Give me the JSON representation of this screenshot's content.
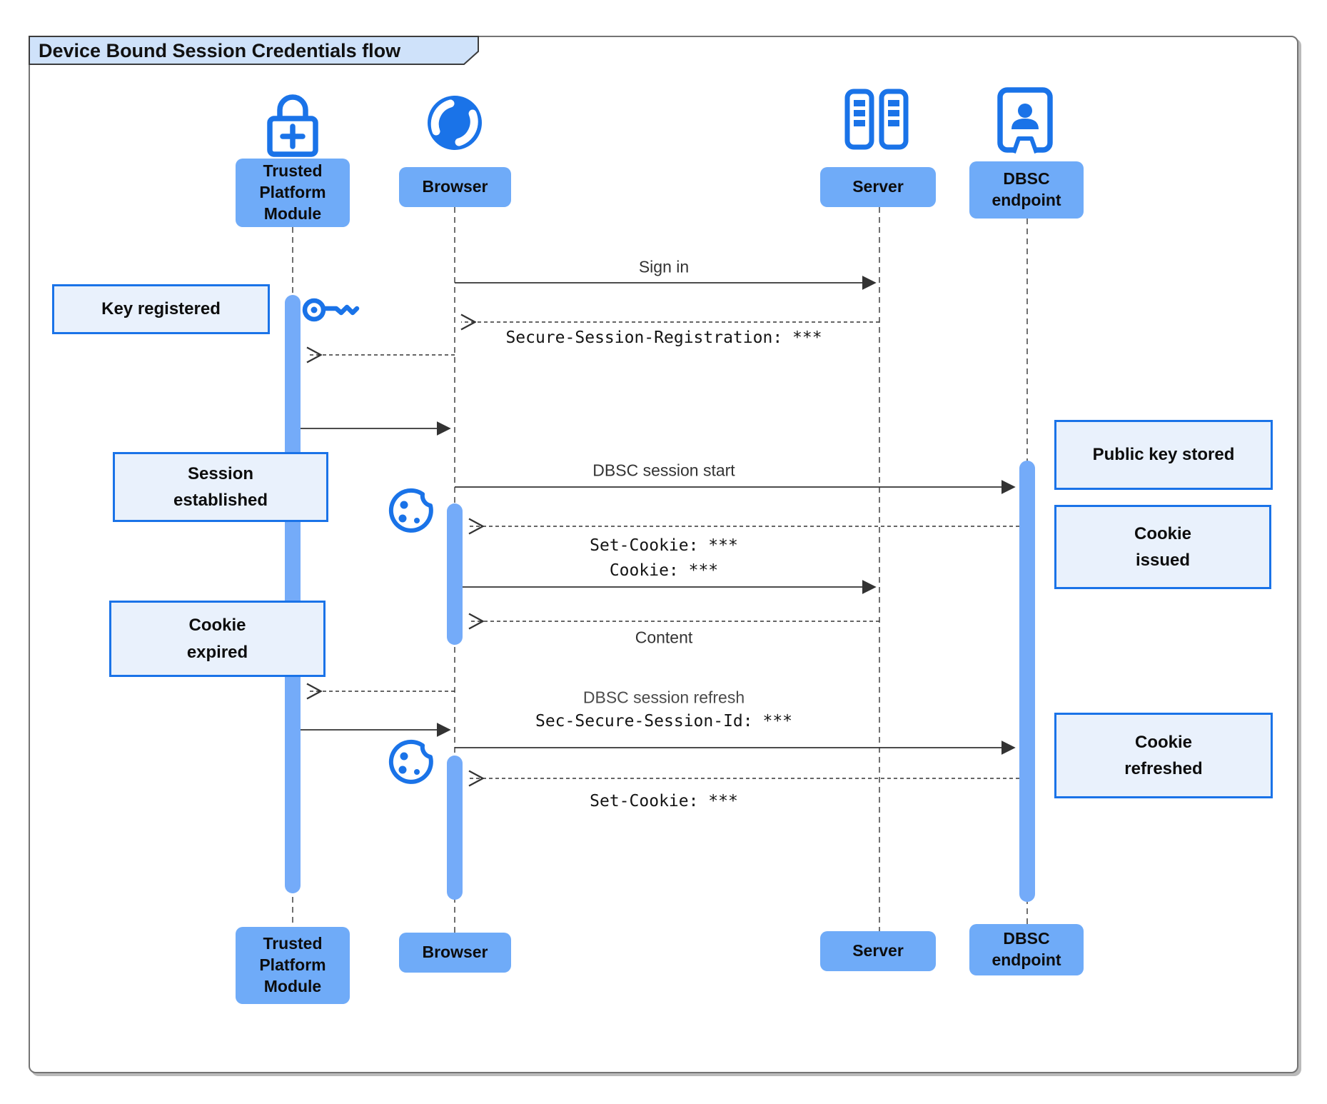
{
  "title": "Device Bound Session Credentials flow",
  "actors": [
    {
      "id": "tpm",
      "label": "Trusted\nPlatform\nModule",
      "icon": "lock-plus-icon"
    },
    {
      "id": "browser",
      "label": "Browser",
      "icon": "globe-icon"
    },
    {
      "id": "server",
      "label": "Server",
      "icon": "server-rack-icon"
    },
    {
      "id": "dbsc",
      "label": "DBSC\nendpoint",
      "icon": "badge-person-icon"
    }
  ],
  "messages": [
    {
      "from": "browser",
      "to": "server",
      "label": "Sign in",
      "style": "solid",
      "font": "sans"
    },
    {
      "from": "server",
      "to": "browser",
      "label": "Secure-Session-Registration: ***",
      "style": "dashed",
      "font": "mono"
    },
    {
      "from": "browser",
      "to": "tpm",
      "label": "",
      "style": "dashed",
      "font": ""
    },
    {
      "from": "tpm",
      "to": "browser",
      "label": "",
      "style": "solid",
      "font": ""
    },
    {
      "from": "browser",
      "to": "dbsc",
      "label": "DBSC session start",
      "style": "solid",
      "font": "sans"
    },
    {
      "from": "dbsc",
      "to": "browser",
      "label": "Set-Cookie: ***",
      "style": "dashed",
      "font": "mono"
    },
    {
      "from": "browser",
      "to": "server",
      "label": "Cookie: ***",
      "style": "solid",
      "font": "mono"
    },
    {
      "from": "server",
      "to": "browser",
      "label": "Content",
      "style": "dashed",
      "font": "sans"
    },
    {
      "from": "browser",
      "to": "tpm",
      "label": "",
      "style": "dashed",
      "font": ""
    },
    {
      "from": "tpm",
      "to": "browser",
      "label": "",
      "style": "solid",
      "font": ""
    },
    {
      "from": "browser",
      "to": "dbsc",
      "label": "DBSC session refresh",
      "label2": "Sec-Secure-Session-Id: ***",
      "style": "solid",
      "font": "sans+mono"
    },
    {
      "from": "dbsc",
      "to": "browser",
      "label": "Set-Cookie: ***",
      "style": "dashed",
      "font": "mono"
    }
  ],
  "notes": [
    {
      "label": "Key registered"
    },
    {
      "label": "Session\nestablished"
    },
    {
      "label": "Cookie\nexpired"
    },
    {
      "label": "Public key stored"
    },
    {
      "label": "Cookie\nissued"
    },
    {
      "label": "Cookie\nrefreshed"
    }
  ],
  "floating_icons": [
    "key-icon",
    "cookie-icon",
    "cookie-icon"
  ],
  "colors": {
    "accent": "#1a73e8",
    "actor_fill": "#6fabf8",
    "activation_fill": "#74abf9",
    "note_fill": "#e9f1fc",
    "note_border": "#1a73e8",
    "title_fill": "#cfe2fa",
    "frame_border": "#747474",
    "line": "#333333"
  }
}
